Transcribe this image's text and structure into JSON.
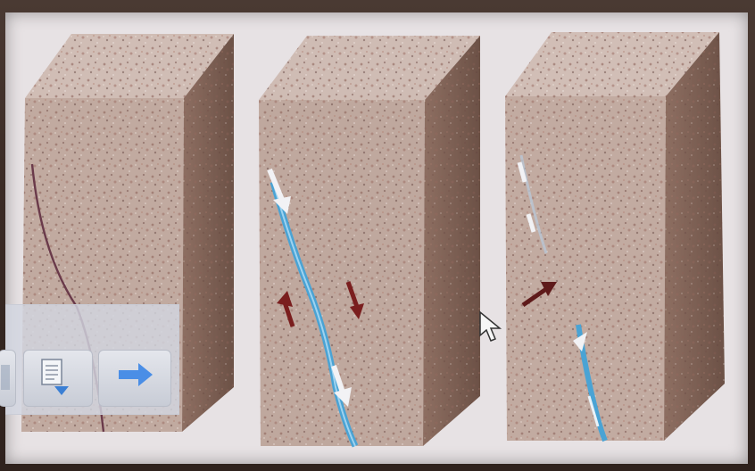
{
  "scene": {
    "description_free": true
  },
  "panels": [
    {
      "name": "rock-block-1"
    },
    {
      "name": "rock-block-2"
    },
    {
      "name": "rock-block-3"
    }
  ],
  "toolbar": {
    "buttons": [
      {
        "name": "partial-button",
        "icon": "slide-left-partial-icon"
      },
      {
        "name": "notes-down-button",
        "icon": "notes-down-icon"
      },
      {
        "name": "next-slide-button",
        "icon": "arrow-right-icon"
      }
    ]
  },
  "colors": {
    "rock_top": "#cbb8b0",
    "rock_front": "#b79f93",
    "rock_side": "#8a6a5c",
    "fault_blue": "#4aa3d4",
    "arrow_white": "#f2f2f5",
    "arrow_red": "#7a1e1e"
  }
}
